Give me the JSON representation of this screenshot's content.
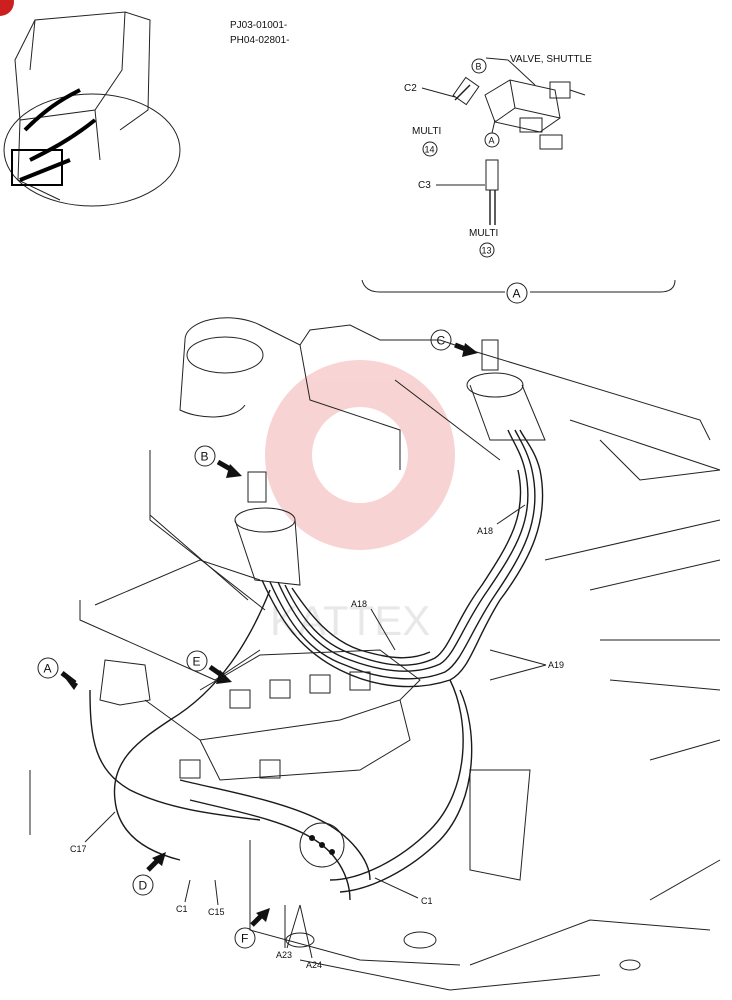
{
  "header": {
    "serial_line_1": "PJ03-01001-",
    "serial_line_2": "PH04-02801-"
  },
  "detail_A": {
    "valve_label": "VALVE, SHUTTLE",
    "c2": "C2",
    "c3": "C3",
    "multi_label": "MULTI",
    "multi_14": "14",
    "multi_13": "13",
    "callout_B": "B",
    "callout_A": "A",
    "detail_letter": "A"
  },
  "main_callouts": {
    "A": "A",
    "B": "B",
    "C": "C",
    "D": "D",
    "E": "E",
    "F": "F"
  },
  "part_labels": {
    "a18_upper": "A18",
    "a18_lower": "A18",
    "a19": "A19",
    "c17": "C17",
    "c1_left": "C1",
    "c15": "C15",
    "c1_right": "C1",
    "a23": "A23",
    "a24": "A24"
  },
  "watermark": {
    "text": "KATTEX",
    "color": "#e23a3a"
  },
  "colors": {
    "line": "#1a1a1a",
    "corner_badge": "#cc1f1f"
  }
}
